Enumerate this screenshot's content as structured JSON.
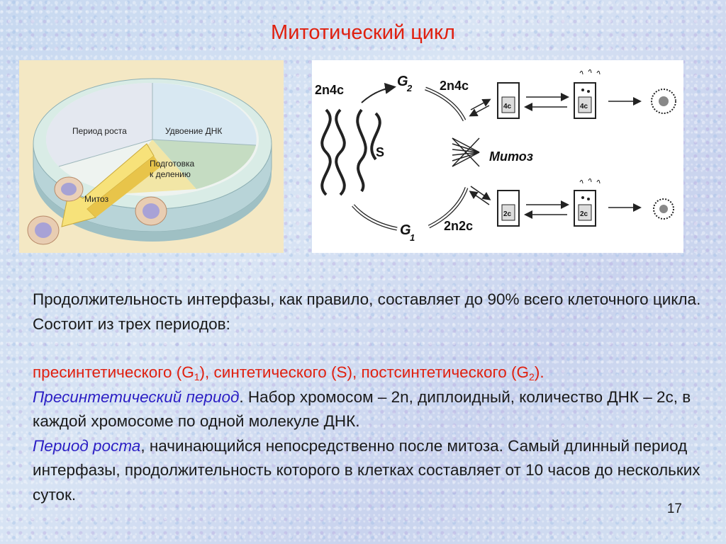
{
  "slide": {
    "title": "Митотический цикл",
    "page_number": "17"
  },
  "left_figure": {
    "labels": {
      "growth": "Период роста",
      "dna": "Удвоение ДНК",
      "prep_line1": "Подготовка",
      "prep_line2": "к делению",
      "mitosis": "Митоз"
    }
  },
  "right_figure": {
    "labels": {
      "g2": "G",
      "g2_sub": "2",
      "g1": "G",
      "g1_sub": "1",
      "s": "S",
      "ploidy_top_left": "2n4c",
      "ploidy_top_right": "2n4c",
      "ploidy_bottom": "2n2c",
      "mitosis": "Митоз",
      "box_top_1": "4c",
      "box_top_2": "4c",
      "box_bottom_1": "2c",
      "box_bottom_2": "2c"
    }
  },
  "text": {
    "p1": "Продолжительность интерфазы, как правило, составляет до 90% всего клеточного цикла. Состоит из трех периодов:",
    "p2_a": "пресинтетического (G",
    "p2_sub1": "1",
    "p2_b": "), синтетического (S), постсинтетического (G",
    "p2_sub2": "2",
    "p2_c": ").",
    "p3_term": "Пресинтетический период",
    "p3_rest": ". Набор хромосом – 2n, диплоидный, количество ДНК – 2c, в каждой хромосоме по одной молекуле ДНК.",
    "p4_term": "Период роста",
    "p4_rest": ", начинающийся непосредственно после митоза. Самый длинный период интерфазы, продолжительность которого в клетках составляет от 10 часов до нескольких суток."
  }
}
